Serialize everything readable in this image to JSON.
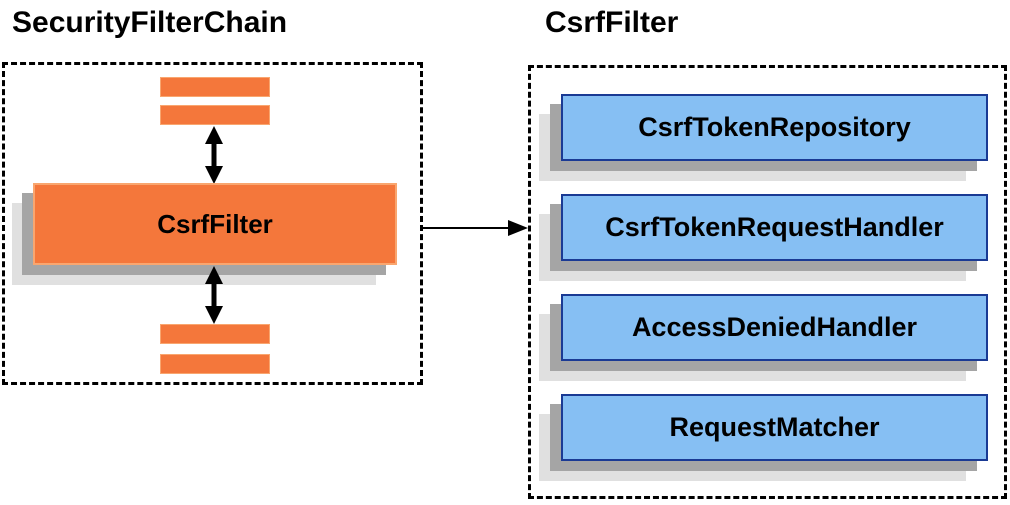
{
  "left_panel": {
    "title": "SecurityFilterChain",
    "filter_box_label": "CsrfFilter"
  },
  "right_panel": {
    "title": "CsrfFilter",
    "components": [
      {
        "label": "CsrfTokenRepository"
      },
      {
        "label": "CsrfTokenRequestHandler"
      },
      {
        "label": "AccessDeniedHandler"
      },
      {
        "label": "RequestMatcher"
      }
    ]
  },
  "colors": {
    "orange": "#F4773B",
    "orange_border": "#F9A66F",
    "blue": "#86BFF3",
    "blue_border": "#1A3A94",
    "shadow_dark": "#A5A5A5",
    "shadow_light": "#E0E0E0",
    "line": "#000000"
  }
}
